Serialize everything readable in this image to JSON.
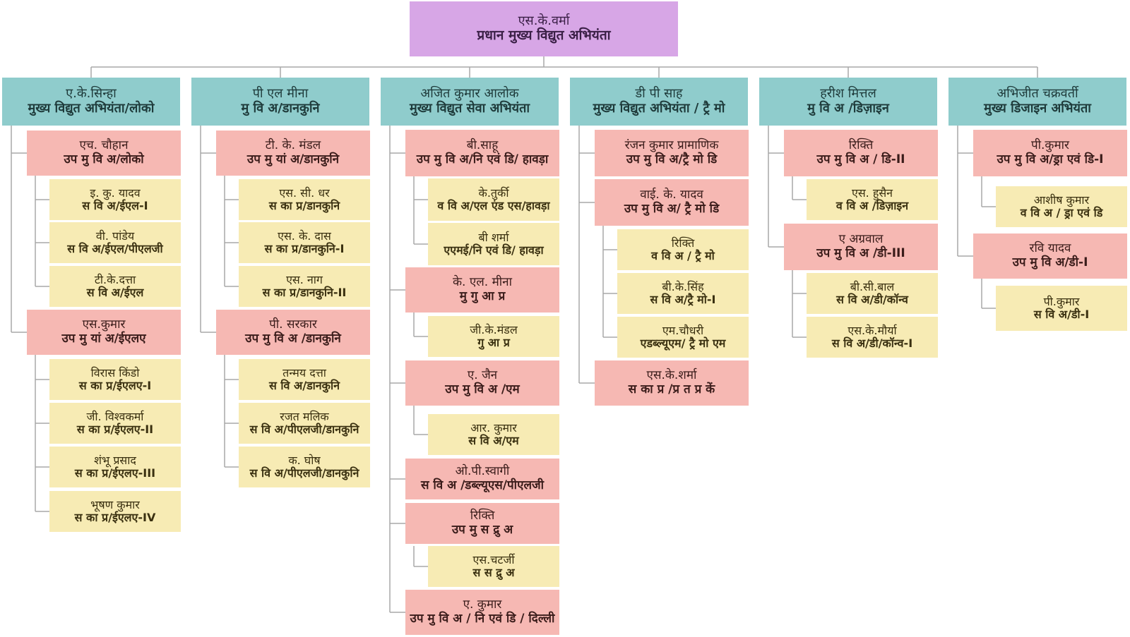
{
  "root": {
    "name": "एस.के.वर्मा",
    "title": "प्रधान मुख्य विद्युत अभियंता"
  },
  "heads": [
    {
      "name": "ए.के.सिन्हा",
      "title": "मुख्य विद्युत अभियंता/लोको"
    },
    {
      "name": "पी एल मीना",
      "title": "मु वि अ/डानकुनि"
    },
    {
      "name": "अजित कुमार आलोक",
      "title": "मुख्य विद्युत सेवा अभियंता"
    },
    {
      "name": "डी पी साह",
      "title": "मुख्य विद्युत अभियंता / ट्रै मो"
    },
    {
      "name": "हरीश मित्तल",
      "title": "मु वि अ /डिज़ाइन"
    },
    {
      "name": "अभिजीत चक्रवर्ती",
      "title": "मुख्य डिजाइन अभियंता"
    }
  ],
  "mids": [
    {
      "name": "एच. चौहान",
      "title": "उप मु वि अ/लोको"
    },
    {
      "name": "एस.कुमार",
      "title": "उप मु यां अ/ईएलए"
    },
    {
      "name": "टी. के. मंडल",
      "title": "उप मु यां अ/डानकुनि"
    },
    {
      "name": "पी. सरकार",
      "title": "उप मु वि अ /डानकुनि"
    },
    {
      "name": "बी.साहू",
      "title": "उप मु वि अ/नि एवं डि/ हावड़ा"
    },
    {
      "name": "के. एल. मीना",
      "title": "मु गु आ प्र"
    },
    {
      "name": "ए. जैन",
      "title": "उप मु वि अ /एम"
    },
    {
      "name": "ओ.पी.स्वागी",
      "title": "स वि अ /डब्ल्यूएस/पीएलजी"
    },
    {
      "name": "रिक्ति",
      "title": "उप मु स द्रु अ"
    },
    {
      "name": "ए. कुमार",
      "title": "उप मु वि अ / नि एवं डि / दिल्ली"
    },
    {
      "name": "रंजन कुमार प्रामाणिक",
      "title": "उप मु वि अ/ट्रै मो डि"
    },
    {
      "name": "वाई. के. यादव",
      "title": "उप मु वि अ/ ट्रै मो डि"
    },
    {
      "name": "एस.के.शर्मा",
      "title": "स का प्र /प्र त प्र कें"
    },
    {
      "name": "रिक्ति",
      "title": "उप मु वि अ / डि-II"
    },
    {
      "name": "ए अग्रवाल",
      "title": "उप मु वि अ /डी-III"
    },
    {
      "name": "पी.कुमार",
      "title": "उप मु वि अ/ड्रा एवं डि-I"
    },
    {
      "name": "रवि यादव",
      "title": "उप मु वि अ/डी-I"
    }
  ],
  "lows": [
    {
      "name": "इ. कु. यादव",
      "title": "स वि अ/ईएल-I"
    },
    {
      "name": "वी. पांडेय",
      "title": "स वि अ/ईएल/पीएलजी"
    },
    {
      "name": "टी.के.दत्ता",
      "title": "स वि अ/ईएल"
    },
    {
      "name": "विरास किंडो",
      "title": "स का प्र/ईएलए-I"
    },
    {
      "name": "जी. विश्वकर्मा",
      "title": "स का प्र/ईएलए-II"
    },
    {
      "name": "शंभू प्रसाद",
      "title": "स का प्र/ईएलए-III"
    },
    {
      "name": "भूषण कुमार",
      "title": "स का प्र/ईएलए-IV"
    },
    {
      "name": "एस. सी. धर",
      "title": "स का प्र/डानकुनि"
    },
    {
      "name": "एस. के. दास",
      "title": "स का प्र/डानकुनि-I"
    },
    {
      "name": "एस. नाग",
      "title": "स का प्र/डानकुनि-II"
    },
    {
      "name": "तन्मय दत्ता",
      "title": "स वि अ/डानकुनि"
    },
    {
      "name": "रजत मलिक",
      "title": "स वि अ/पीएलजी/डानकुनि"
    },
    {
      "name": "क. घोष",
      "title": "स वि अ/पीएलजी/डानकुनि"
    },
    {
      "name": "के.तुर्की",
      "title": "व वि अ/एल एंड एस/हावड़ा"
    },
    {
      "name": "बी शर्मा",
      "title": "एएमई/नि एवं डि/ हावड़ा"
    },
    {
      "name": "जी.के.मंडल",
      "title": "गु आ प्र"
    },
    {
      "name": "आर. कुमार",
      "title": "स वि अ/एम"
    },
    {
      "name": "एस.चटर्जी",
      "title": "स स द्रु अ"
    },
    {
      "name": "रिक्ति",
      "title": "व वि अ / ट्रै मो"
    },
    {
      "name": "बी.के.सिंह",
      "title": "स वि अ/ट्रै मो-I"
    },
    {
      "name": "एम.चौधरी",
      "title": "एडब्ल्यूएम/ ट्रै मो एम"
    },
    {
      "name": "एस. हुसैन",
      "title": "व वि अ /डिज़ाइन"
    },
    {
      "name": "बी.सी.बाल",
      "title": "स वि अ/डी/कॉन्व"
    },
    {
      "name": "एस.के.मौर्या",
      "title": "स वि अ/डी/कॉन्व-I"
    },
    {
      "name": "आशीष कुमार",
      "title": "व वि अ / ड्रा एवं डि"
    },
    {
      "name": "पी.कुमार",
      "title": "स वि अ/डी-I"
    }
  ],
  "colors": {
    "top": "#d7a6e6",
    "head": "#8fcccc",
    "mid": "#f6b8b3",
    "low": "#f7ebb4",
    "connector": "#a8a8a8"
  }
}
